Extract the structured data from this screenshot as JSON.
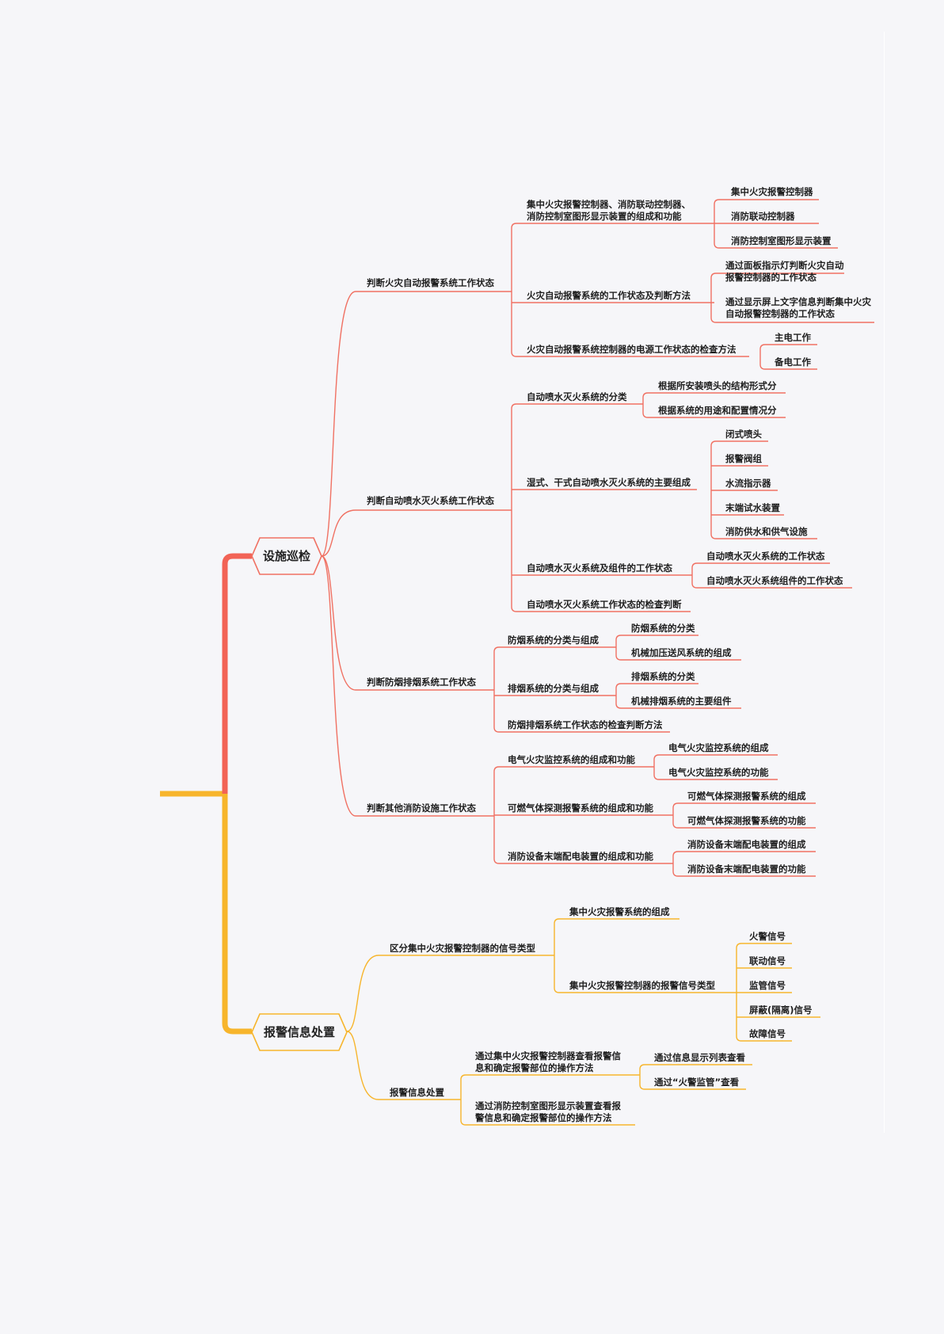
{
  "colors": {
    "red": "#f07163",
    "orange": "#f7b52c",
    "red_trunk": "#f26356"
  },
  "roots": [
    {
      "label": "设施巡检",
      "color": "red",
      "branches": [
        {
          "label": "判断火灾自动报警系统工作状态",
          "children": [
            {
              "label": "集中火灾报警控制器、消防联动控制器、消防控制室图形显示装置的组成和功能",
              "children": [
                {
                  "label": "集中火灾报警控制器"
                },
                {
                  "label": "消防联动控制器"
                },
                {
                  "label": "消防控制室图形显示装置"
                }
              ]
            },
            {
              "label": "火灾自动报警系统的工作状态及判断方法",
              "children": [
                {
                  "label": "通过面板指示灯判断火灾自动报警控制器的工作状态"
                },
                {
                  "label": "通过显示屏上文字信息判断集中火灾自动报警控制器的工作状态"
                }
              ]
            },
            {
              "label": "火灾自动报警系统控制器的电源工作状态的检查方法",
              "children": [
                {
                  "label": "主电工作"
                },
                {
                  "label": "备电工作"
                }
              ]
            }
          ]
        },
        {
          "label": "判断自动喷水灭火系统工作状态",
          "children": [
            {
              "label": "自动喷水灭火系统的分类",
              "children": [
                {
                  "label": "根据所安装喷头的结构形式分"
                },
                {
                  "label": "根据系统的用途和配置情况分"
                }
              ]
            },
            {
              "label": "湿式、干式自动喷水灭火系统的主要组成",
              "children": [
                {
                  "label": "闭式喷头"
                },
                {
                  "label": "报警阀组"
                },
                {
                  "label": "水流指示器"
                },
                {
                  "label": "末端试水装置"
                },
                {
                  "label": "消防供水和供气设施"
                }
              ]
            },
            {
              "label": "自动喷水灭火系统及组件的工作状态",
              "children": [
                {
                  "label": "自动喷水灭火系统的工作状态"
                },
                {
                  "label": "自动喷水灭火系统组件的工作状态"
                }
              ]
            },
            {
              "label": "自动喷水灭火系统工作状态的检查判断",
              "children": []
            }
          ]
        },
        {
          "label": "判断防烟排烟系统工作状态",
          "children": [
            {
              "label": "防烟系统的分类与组成",
              "children": [
                {
                  "label": "防烟系统的分类"
                },
                {
                  "label": "机械加压送风系统的组成"
                }
              ]
            },
            {
              "label": "排烟系统的分类与组成",
              "children": [
                {
                  "label": "排烟系统的分类"
                },
                {
                  "label": "机械排烟系统的主要组件"
                }
              ]
            },
            {
              "label": "防烟排烟系统工作状态的检查判断方法",
              "children": []
            }
          ]
        },
        {
          "label": "判断其他消防设施工作状态",
          "children": [
            {
              "label": "电气火灾监控系统的组成和功能",
              "children": [
                {
                  "label": "电气火灾监控系统的组成"
                },
                {
                  "label": "电气火灾监控系统的功能"
                }
              ]
            },
            {
              "label": "可燃气体探测报警系统的组成和功能",
              "children": [
                {
                  "label": "可燃气体探测报警系统的组成"
                },
                {
                  "label": "可燃气体探测报警系统的功能"
                }
              ]
            },
            {
              "label": "消防设备末端配电装置的组成和功能",
              "children": [
                {
                  "label": "消防设备末端配电装置的组成"
                },
                {
                  "label": "消防设备末端配电装置的功能"
                }
              ]
            }
          ]
        }
      ]
    },
    {
      "label": "报警信息处置",
      "color": "orange",
      "branches": [
        {
          "label": "区分集中火灾报警控制器的信号类型",
          "children": [
            {
              "label": "集中火灾报警系统的组成",
              "children": []
            },
            {
              "label": "集中火灾报警控制器的报警信号类型",
              "children": [
                {
                  "label": "火警信号"
                },
                {
                  "label": "联动信号"
                },
                {
                  "label": "监管信号"
                },
                {
                  "label": "屏蔽(隔离)信号"
                },
                {
                  "label": "故障信号"
                }
              ]
            }
          ]
        },
        {
          "label": "报警信息处置",
          "children": [
            {
              "label": "通过集中火灾报警控制器查看报警信息和确定报警部位的操作方法",
              "children": [
                {
                  "label": "通过信息显示列表查看"
                },
                {
                  "label": "通过“火警监管”查看"
                }
              ]
            },
            {
              "label": "通过消防控制室图形显示装置查看报警信息和确定报警部位的操作方法",
              "children": []
            }
          ]
        }
      ]
    }
  ]
}
